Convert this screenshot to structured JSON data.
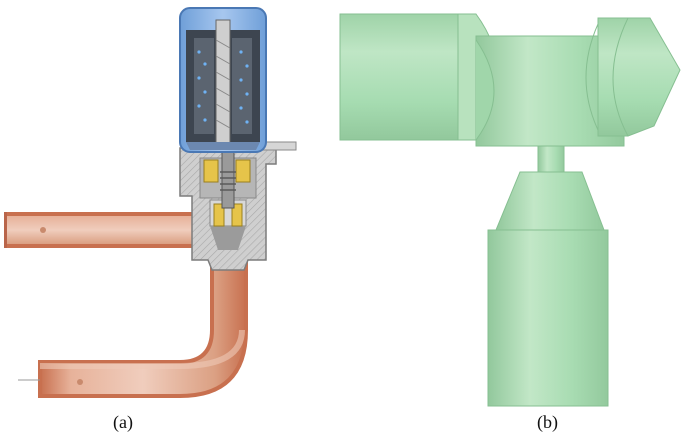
{
  "figure": {
    "panels": [
      {
        "id": "a",
        "label": "(a)"
      },
      {
        "id": "b",
        "label": "(b)"
      }
    ]
  },
  "colors": {
    "copper_pipe": "#e0a78c",
    "copper_wall": "#c8704f",
    "valve_body_gray": "#c9c9c9",
    "coil_housing_blue": "#8fb6e6",
    "coil_dark": "#3d4550",
    "brass_parts": "#e6c44a",
    "fluid_model_green": "#a6dcb1"
  },
  "icons": {
    "panel_a": "expansion-valve-cutaway",
    "panel_b": "fluid-domain-model"
  }
}
